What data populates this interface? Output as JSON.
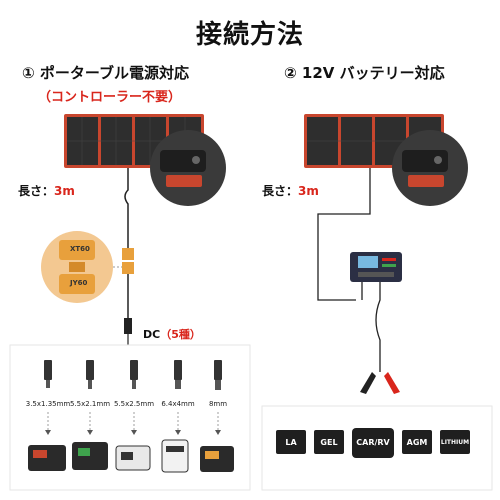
{
  "title": "接続方法",
  "method1": {
    "heading": "① ポーターブル電源対応",
    "note": "（コントローラー不要）",
    "length_label": "長さ：",
    "length_value": "3m",
    "connectors": [
      "XT60",
      "JY60"
    ],
    "dc_label": "DC",
    "dc_count": "（5種）",
    "tips": [
      "3.5x1.35mm",
      "5.5x2.1mm",
      "5.5x2.5mm",
      "6.4x4mm",
      "8mm"
    ]
  },
  "method2": {
    "heading": "② 12V バッテリー対応",
    "length_label": "長さ：",
    "length_value": "3m",
    "batteries": [
      "LA",
      "GEL",
      "CAR/RV",
      "AGM",
      "LITHIUM"
    ]
  },
  "colors": {
    "accent": "#d9261c",
    "panel_frame": "#c8462e",
    "panel_cell": "#2e2e2e",
    "connector": "#e8a03c"
  }
}
